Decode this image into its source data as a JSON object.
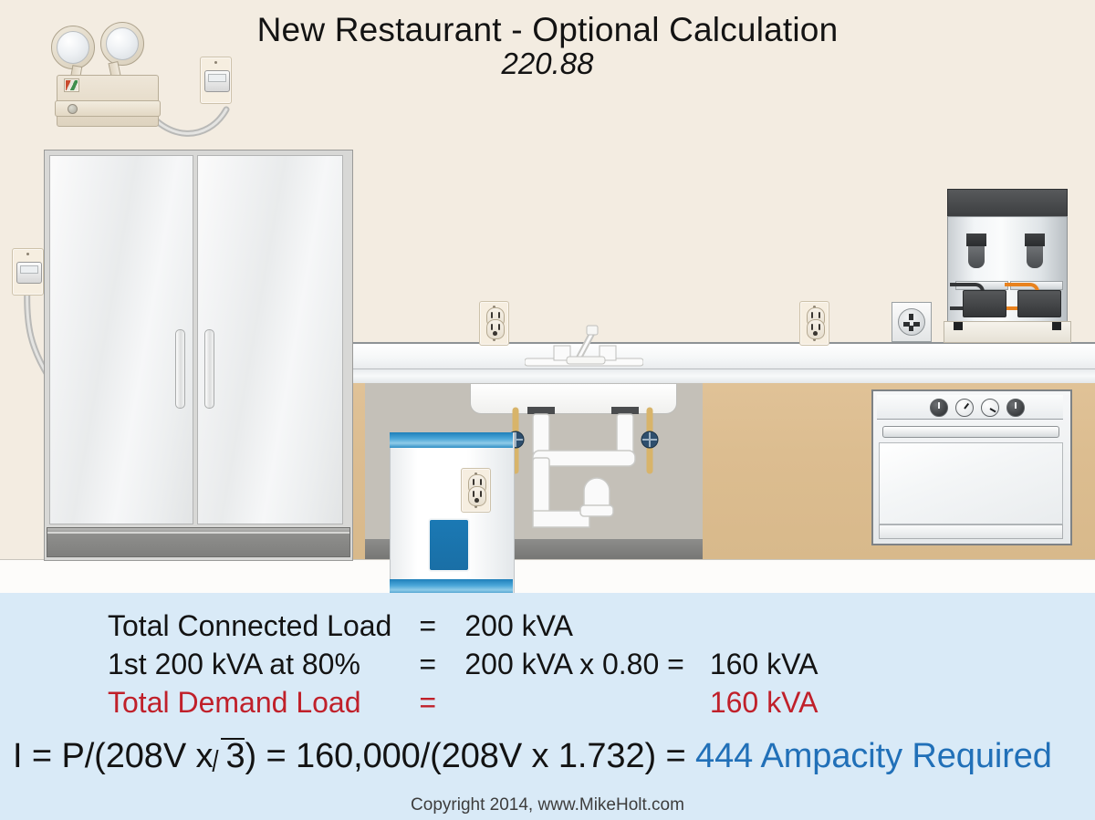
{
  "title": {
    "main": "New Restaurant - Optional Calculation",
    "sub": "220.88"
  },
  "scene": {
    "emergency_light": {
      "name": "Emergency light fixture",
      "lamp_left": "lamp-head-left",
      "lamp_right": "lamp-head-right",
      "label": "",
      "indicator": "status-led"
    },
    "refrigerator": {
      "name": "Two-door commercial refrigerator",
      "door_left": "left-door",
      "door_right": "right-door"
    },
    "water_heater": {
      "name": "Electric water heater"
    },
    "dishwasher": {
      "name": "Dishwasher",
      "knobs": [
        "knob-1",
        "knob-2",
        "knob-3",
        "knob-4"
      ]
    },
    "coffee_maker": {
      "name": "Double coffee brewer"
    },
    "sink": {
      "name": "Kitchen sink with faucet and P-trap"
    },
    "outlets": [
      {
        "id": "outlet-emergency-light",
        "type": "duplex-plugged"
      },
      {
        "id": "outlet-refrigerator",
        "type": "duplex-plugged"
      },
      {
        "id": "outlet-backsplash-left",
        "type": "duplex"
      },
      {
        "id": "outlet-backsplash-right",
        "type": "duplex"
      },
      {
        "id": "outlet-twist-lock",
        "type": "special-receptacle"
      },
      {
        "id": "outlet-under-sink",
        "type": "duplex"
      }
    ]
  },
  "calculation": {
    "rows": [
      {
        "label": "Total Connected Load",
        "eq": "=",
        "expr": "200 kVA",
        "result": "",
        "color": "#131313"
      },
      {
        "label": "1st 200 kVA at 80%",
        "eq": "=",
        "expr": "200 kVA x 0.80 =",
        "result": "160 kVA",
        "color": "#131313"
      },
      {
        "label": "Total Demand Load",
        "eq": "=",
        "expr": "",
        "result": "160 kVA",
        "color": "#c0202a"
      }
    ],
    "formula": {
      "lead": "I = P/(208V x",
      "radicand": "3",
      "middle": ") = 160,000/(208V x 1.732) = ",
      "answer": "444 Ampacity Required"
    }
  },
  "copyright": "Copyright 2014, www.MikeHolt.com",
  "colors": {
    "panel_background": "#d9eaf7",
    "wall": "#f3ece1",
    "cabinet": "#dcbd90",
    "accent_red": "#c0202a",
    "accent_blue": "#2170b8"
  }
}
